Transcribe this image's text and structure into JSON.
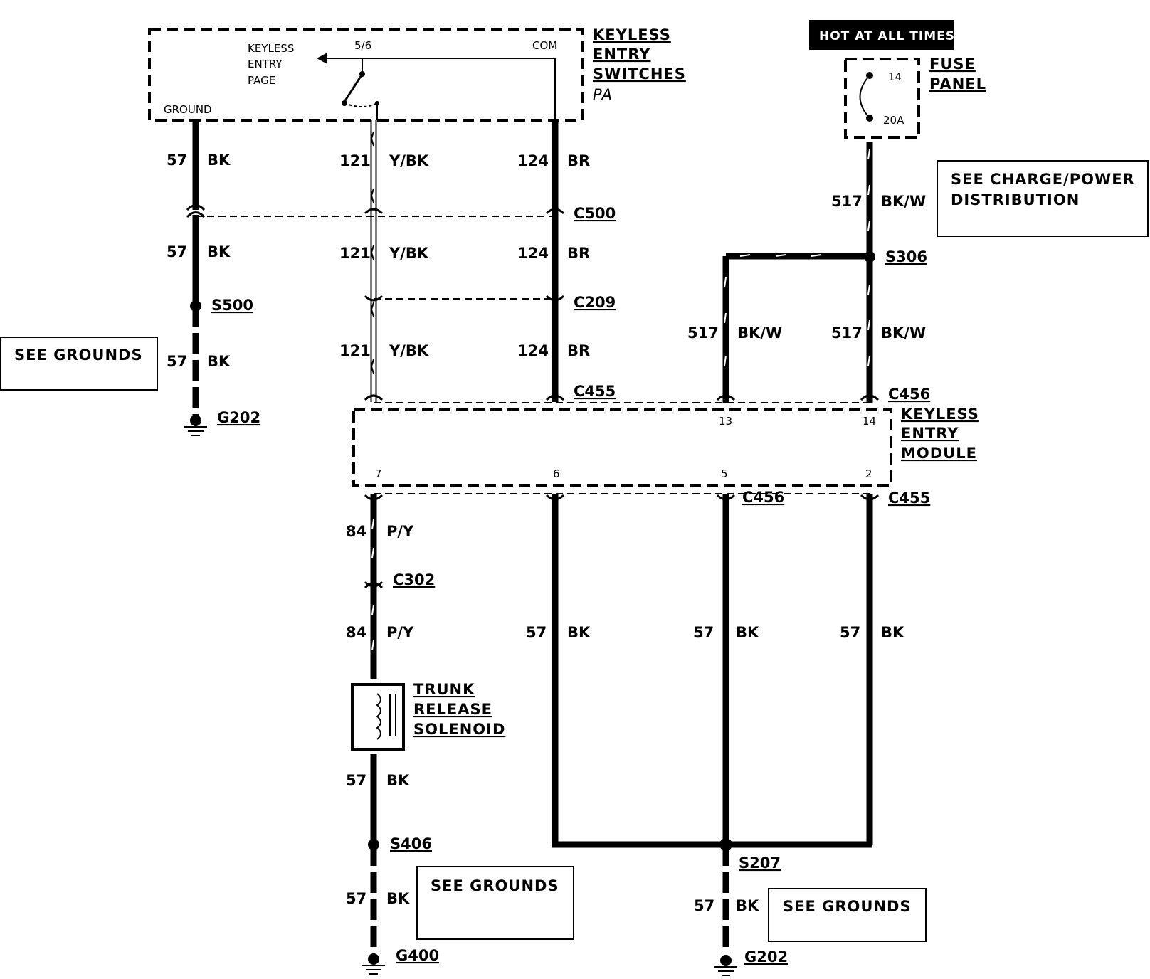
{
  "switches": {
    "title_lines": [
      "KEYLESS",
      "ENTRY",
      "SWITCHES"
    ],
    "code": "PA",
    "internal_label_lines": [
      "KEYLESS",
      "ENTRY",
      "PAGE"
    ],
    "pin_56": "5/6",
    "com": "COM",
    "ground": "GROUND"
  },
  "hot_label": "HOT AT ALL TIMES",
  "fuse_panel": {
    "title_lines": [
      "FUSE",
      "PANEL"
    ],
    "fuse_number": "14",
    "fuse_rating": "20A"
  },
  "see_boxes": {
    "charge": [
      "SEE CHARGE/POWER",
      "DISTRIBUTION"
    ],
    "grounds_left": "SEE GROUNDS",
    "grounds_mid": "SEE GROUNDS",
    "grounds_right": "SEE GROUNDS"
  },
  "module": {
    "title_lines": [
      "KEYLESS",
      "ENTRY",
      "MODULE"
    ],
    "pins": {
      "p13": "13",
      "p14": "14",
      "p7": "7",
      "p6": "6",
      "p5": "5",
      "p2": "2"
    }
  },
  "connectors": {
    "c500": "C500",
    "c209": "C209",
    "c455_top": "C455",
    "c456_top": "C456",
    "c456_bot": "C456",
    "c455_bot": "C455",
    "c302": "C302",
    "s500": "S500",
    "s306": "S306",
    "s406": "S406",
    "s207": "S207",
    "g202_left": "G202",
    "g400": "G400",
    "g202_right": "G202"
  },
  "wires": {
    "w57": "57",
    "bk": "BK",
    "w121": "121",
    "ybk": "Y/BK",
    "w124": "124",
    "br": "BR",
    "w517": "517",
    "bkw": "BK/W",
    "w84": "84",
    "py": "P/Y"
  },
  "solenoid": {
    "title_lines": [
      "TRUNK",
      "RELEASE",
      "SOLENOID"
    ]
  }
}
